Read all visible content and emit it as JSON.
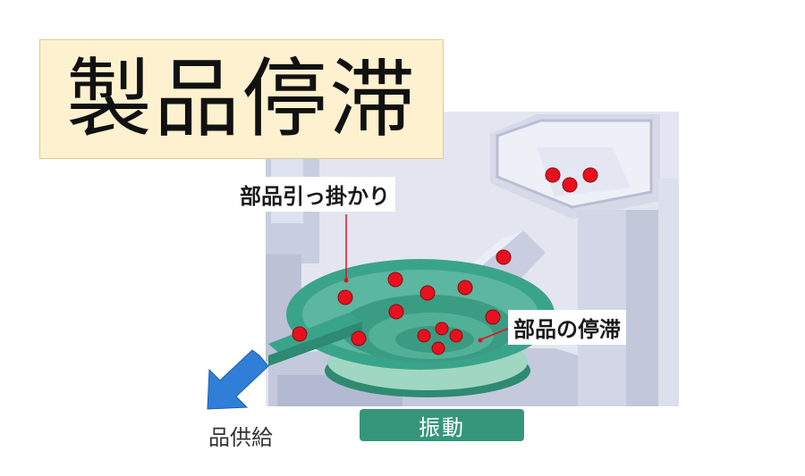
{
  "title": "製品停滞",
  "labels": {
    "part_catch": "部品引っ掛かり",
    "part_stagnation": "部品の停滞",
    "supply": "品供給"
  },
  "vibration_button": "振動",
  "colors": {
    "title_bg": "#fdf1cf",
    "part_red": "#e8101e",
    "feeder_green": "#3aa48a",
    "button_green": "#36967c",
    "arrow_blue": "#2f7fd8",
    "machine_gray": "#cfd3e4"
  },
  "icons": {
    "supply_arrow": "arrow-down-left-icon"
  }
}
